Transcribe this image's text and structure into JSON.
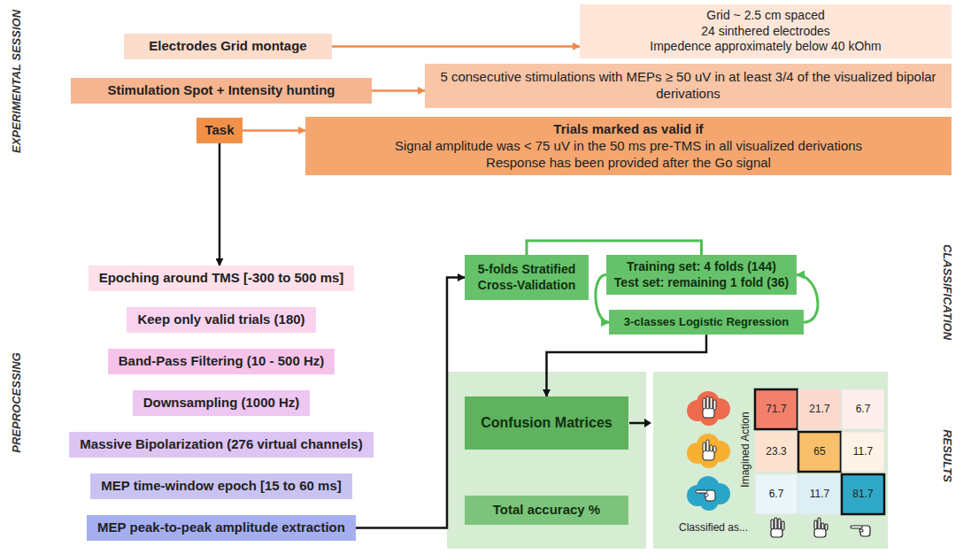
{
  "diagram": {
    "nodes": [
      {
        "text": [
          "Electrodes Grid montage"
        ]
      },
      {
        "text": [
          "Grid ~ 2.5 cm spaced",
          "24 sinthered electrodes",
          "Impedence approximately below 40 kOhm"
        ]
      },
      {
        "text": [
          "Stimulation Spot + Intensity hunting"
        ]
      },
      {
        "text": [
          "5 consecutive stimulations with MEPs ≥ 50 uV in at least 3/4 of the visualized bipolar derivations"
        ]
      },
      {
        "text": [
          "Task"
        ]
      },
      {
        "text": [
          "Trials marked as valid if",
          "Signal amplitude was < 75 uV in the 50 ms pre-TMS in all visualized derivations",
          "Response has been provided after the Go signal"
        ]
      },
      {
        "text": [
          "Epoching around TMS [-300 to 500 ms]"
        ]
      },
      {
        "text": [
          "Keep only valid trials (180)"
        ]
      },
      {
        "text": [
          "Band-Pass Filtering (10 - 500 Hz)"
        ]
      },
      {
        "text": [
          "Downsampling (1000 Hz)"
        ]
      },
      {
        "text": [
          "Massive Bipolarization (276 virtual channels)"
        ]
      },
      {
        "text": [
          "MEP time-window epoch [15 to 60 ms]"
        ]
      },
      {
        "text": [
          "MEP peak-to-peak amplitude extraction"
        ]
      },
      {
        "text": [
          "5-folds Stratified Cross-Validation"
        ]
      },
      {
        "text": [
          "Training set: 4 folds (144)",
          "Test set: remaining 1 fold (36)"
        ]
      },
      {
        "text": [
          "3-classes Logistic Regression"
        ]
      },
      {
        "text": [
          "Confusion Matrices"
        ]
      },
      {
        "text": [
          "Total accuracy %"
        ]
      }
    ],
    "edges": [
      {
        "from": 0,
        "to": 1,
        "arrow": "to"
      },
      {
        "from": 2,
        "to": 3,
        "arrow": "to"
      },
      {
        "from": 4,
        "to": 5,
        "arrow": "to"
      },
      {
        "from": 4,
        "to": 6,
        "arrow": "to"
      },
      {
        "from": 12,
        "to": 13,
        "arrow": "to"
      },
      {
        "from": 13,
        "to": 14,
        "arrow": "none"
      },
      {
        "from": 14,
        "to": 15,
        "arrow": "to"
      },
      {
        "from": 15,
        "to": 14,
        "arrow": "to"
      },
      {
        "from": 15,
        "to": 16,
        "arrow": "to"
      }
    ],
    "labels": [
      "EXPERIMENTAL SESSION",
      "PREPROCESSING",
      "CLASSIFICATION",
      "RESULTS",
      "Imagined Action",
      "Classified as...",
      "71.7",
      "21.7",
      "6.7",
      "23.3",
      "65",
      "11.7",
      "6.7",
      "11.7",
      "81.7"
    ]
  }
}
